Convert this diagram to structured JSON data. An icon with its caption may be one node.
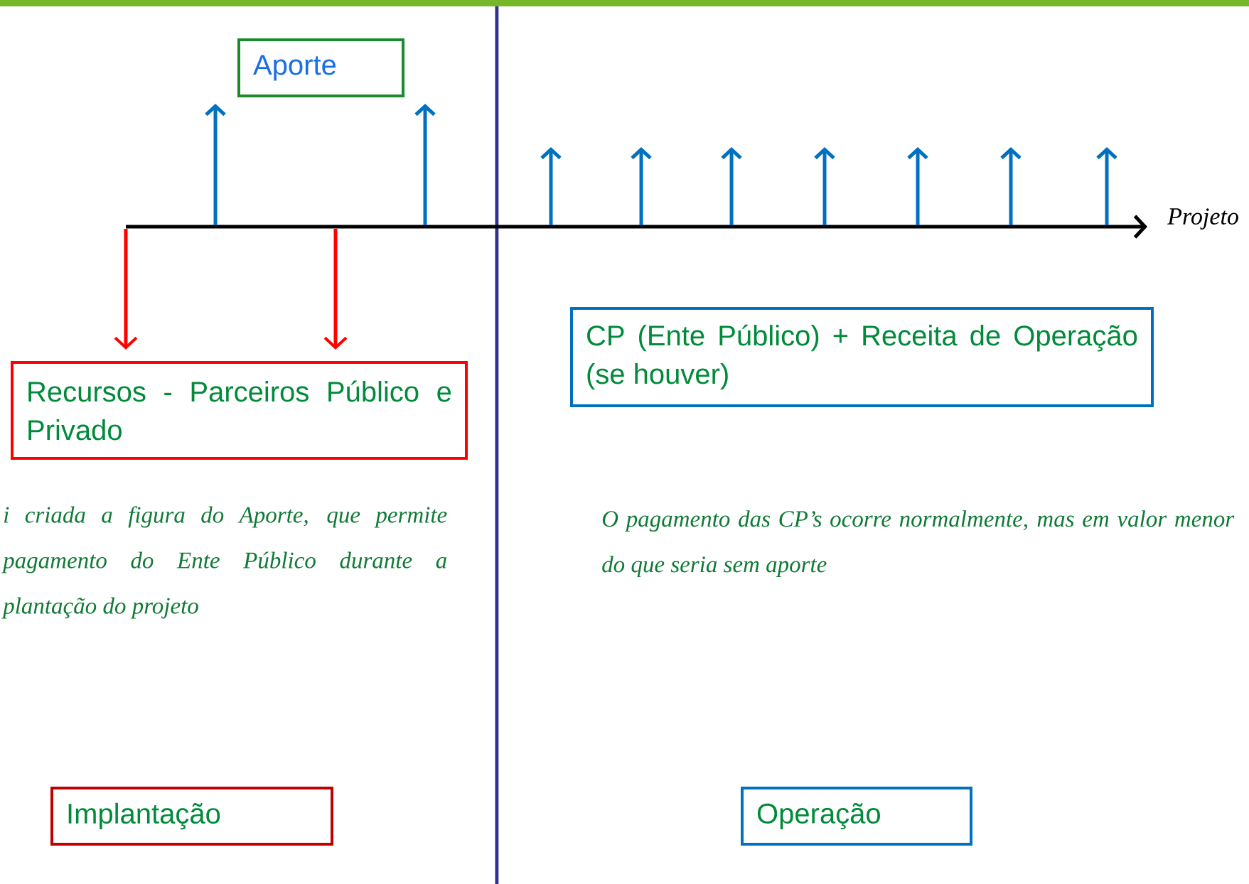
{
  "diagram": {
    "nodes": [
      {
        "text": [
          "Aporte"
        ]
      },
      {
        "text": [
          "Recursos - Parceiros Público e Privado"
        ]
      },
      {
        "text": [
          "CP (Ente Público) + Receita de Operação (se houver)"
        ]
      },
      {
        "text": [
          "Implantação"
        ]
      },
      {
        "text": [
          "Operação"
        ]
      }
    ],
    "edges": [
      {
        "from": null,
        "to": 1,
        "arrow": "to"
      },
      {
        "from": null,
        "to": 1,
        "arrow": "to"
      }
    ],
    "labels": [
      "Projeto",
      "i criada a figura do Aporte, que permite pagamento do Ente Público durante a plantação do projeto",
      "O pagamento das CP’s ocorre normalmente, mas em valor menor do que seria sem aporte"
    ]
  }
}
